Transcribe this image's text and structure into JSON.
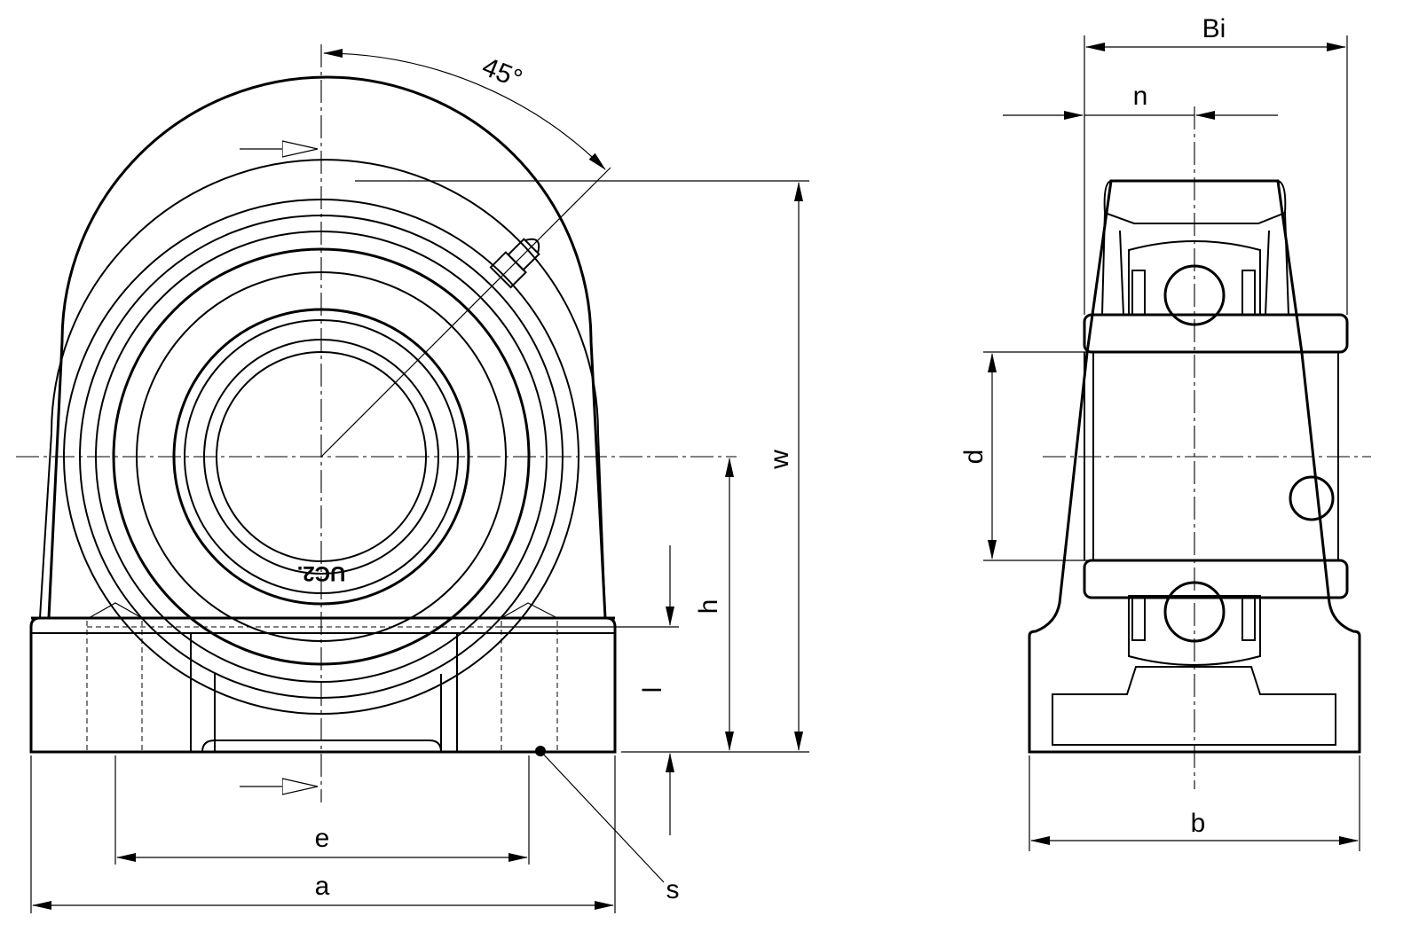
{
  "labels": {
    "angle": "45°",
    "w": "w",
    "h": "h",
    "l": "l",
    "e": "e",
    "a": "a",
    "s": "s",
    "bi": "Bi",
    "n": "n",
    "d": "d",
    "b": "b",
    "bearing_mark": "UC2."
  }
}
